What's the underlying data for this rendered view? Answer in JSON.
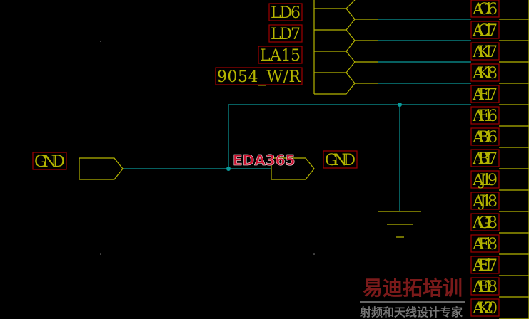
{
  "left_nets": [
    "LD6",
    "LD7",
    "LA15",
    "9054_W/R"
  ],
  "right_pins": [
    "AC16",
    "AC17",
    "AK17",
    "AK18",
    "AF17",
    "AF16",
    "AB16",
    "AB17",
    "AJ19",
    "AJ18",
    "AG18",
    "AF18",
    "AE17",
    "AE18",
    "AK20"
  ],
  "gnd_left": "GND",
  "gnd_right": "GND",
  "watermark_eda": "EDA365",
  "watermark_cn_title": "易迪拓培训",
  "watermark_cn_sub": "射频和天线设计专家",
  "colors": {
    "background": "#000000",
    "wire": "#0a9a9a",
    "component": "#b5b500",
    "label_box": "#a00000"
  }
}
